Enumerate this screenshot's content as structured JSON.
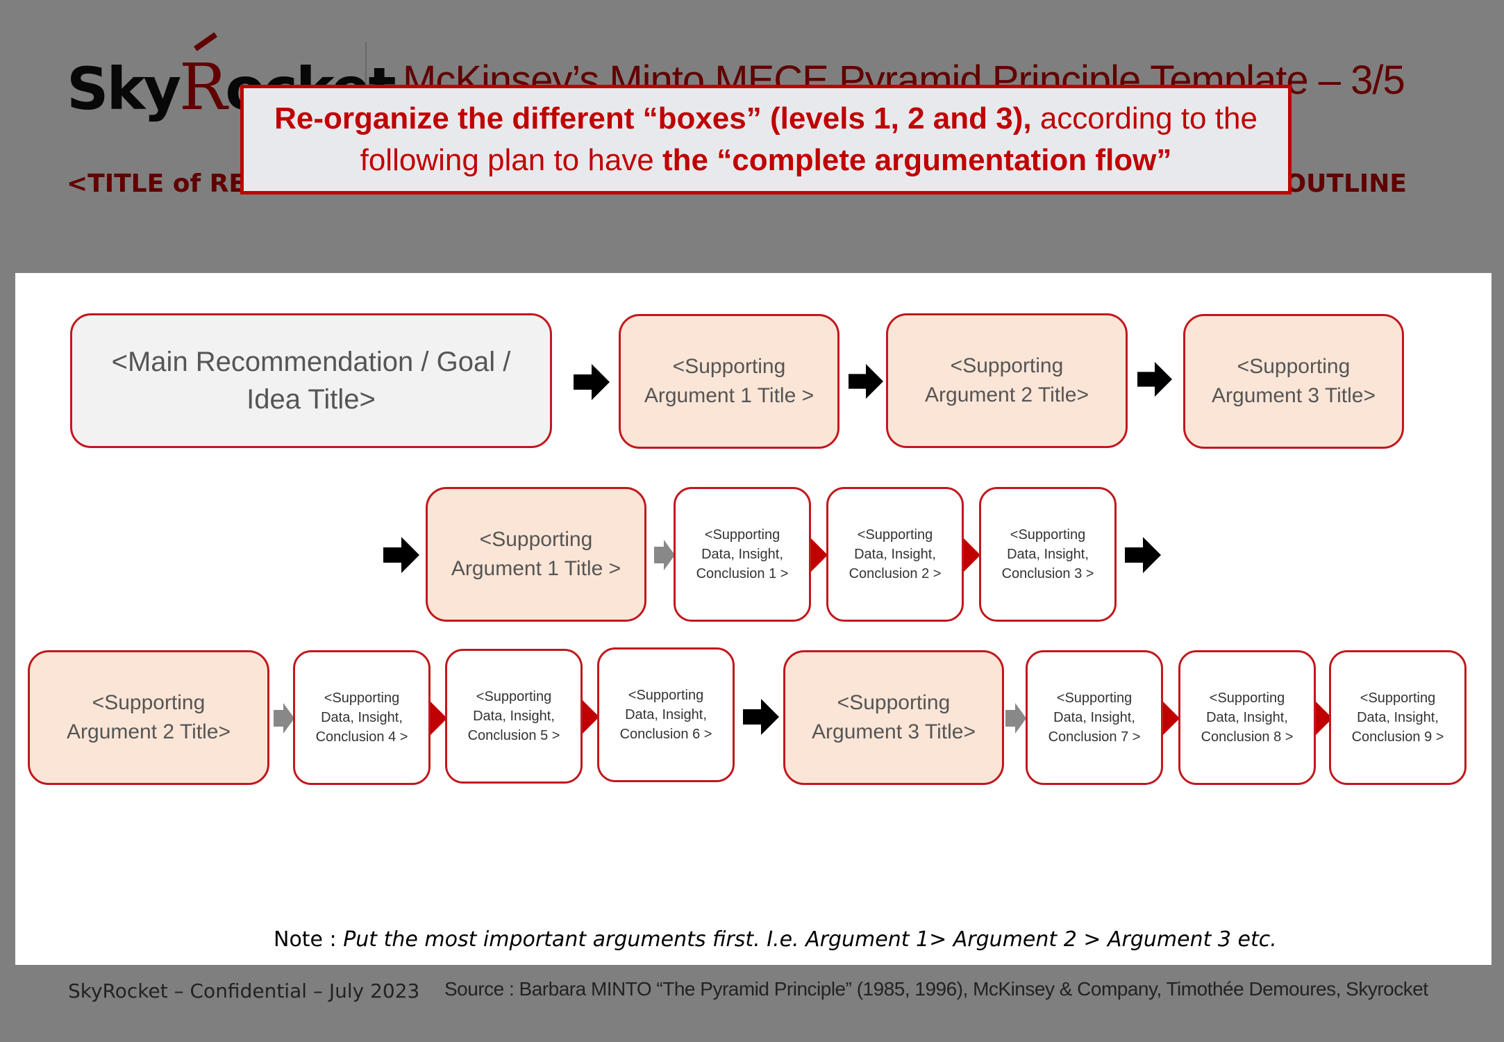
{
  "header": {
    "logo_text_1": "Sky",
    "logo_text_2": "R",
    "logo_text_3": "ocket",
    "title": "McKinsey’s Minto MECE Pyramid Principle Template – 3/5",
    "subtitle_left": "<TITLE of REC",
    "subtitle_right": "OUTLINE"
  },
  "callout": {
    "part1_bold": "Re-organize the different “boxes” (levels 1, 2 and 3),",
    "part2": " according to the following plan to have ",
    "part3_bold": "the “complete argumentation flow”"
  },
  "row1": {
    "main_line1": "<Main Recommendation / Goal /",
    "main_line2": "Idea Title>",
    "arg1_line1": "<Supporting",
    "arg1_line2": "Argument 1 Title >",
    "arg2_line1": "<Supporting",
    "arg2_line2": "Argument 2 Title>",
    "arg3_line1": "<Supporting",
    "arg3_line2": "Argument 3 Title>"
  },
  "row2": {
    "arg_line1": "<Supporting",
    "arg_line2": "Argument 1 Title >",
    "data": [
      {
        "l1": "<Supporting",
        "l2": "Data, Insight,",
        "l3": "Conclusion 1 >"
      },
      {
        "l1": "<Supporting",
        "l2": "Data, Insight,",
        "l3": "Conclusion 2 >"
      },
      {
        "l1": "<Supporting",
        "l2": "Data, Insight,",
        "l3": "Conclusion 3 >"
      }
    ]
  },
  "row3": {
    "arg2_line1": "<Supporting",
    "arg2_line2": "Argument 2 Title>",
    "arg3_line1": "<Supporting",
    "arg3_line2": "Argument 3 Title>",
    "data": [
      {
        "l1": "<Supporting",
        "l2": "Data, Insight,",
        "l3": "Conclusion 4 >"
      },
      {
        "l1": "<Supporting",
        "l2": "Data, Insight,",
        "l3": "Conclusion 5 >"
      },
      {
        "l1": "<Supporting",
        "l2": "Data, Insight,",
        "l3": "Conclusion 6 >"
      },
      {
        "l1": "<Supporting",
        "l2": "Data, Insight,",
        "l3": "Conclusion 7 >"
      },
      {
        "l1": "<Supporting",
        "l2": "Data, Insight,",
        "l3": "Conclusion 8 >"
      },
      {
        "l1": "<Supporting",
        "l2": "Data, Insight,",
        "l3": "Conclusion 9 >"
      }
    ]
  },
  "note": {
    "label": "Note : ",
    "text": "Put the most important arguments first. I.e. Argument 1> Argument 2 > Argument 3 etc."
  },
  "footer": {
    "left": "SkyRocket – Confidential – July 2023",
    "right": "Source : Barbara MINTO “The Pyramid Principle” (1985, 1996), McKinsey & Company, Timothée Demoures, Skyrocket"
  },
  "colors": {
    "accent_red": "#c00000",
    "argument_fill": "#fbe5d6",
    "main_fill": "#f2f2f2",
    "overlay": "#808080"
  }
}
